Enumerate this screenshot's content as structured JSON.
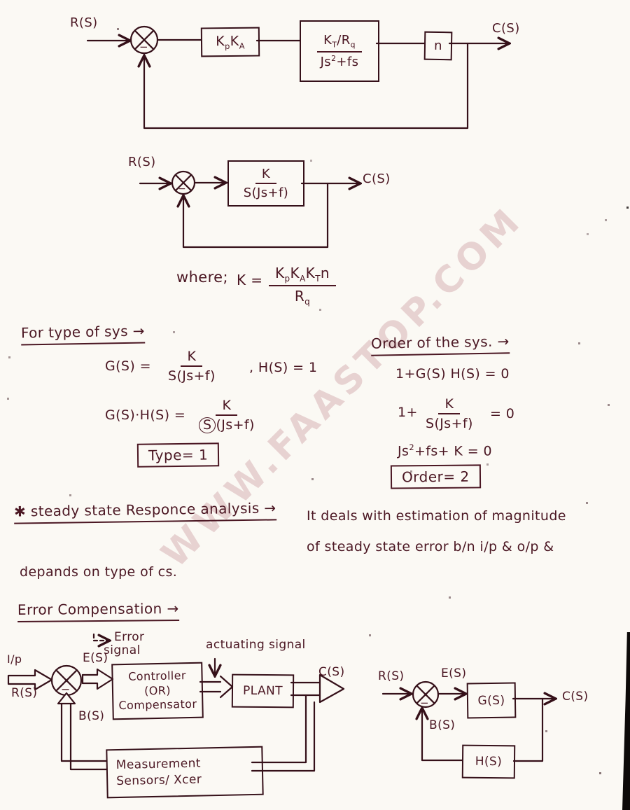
{
  "colors": {
    "ink": "#4b1723",
    "stroke": "#351019",
    "watermark_tint": "#cb989d",
    "paper": "#fbf9f4",
    "scan_edge": "#0d0a09"
  },
  "watermark": {
    "text": "WWW.FAASTOP.COM"
  },
  "d1": {
    "input": "R(S)",
    "output": "C(S)",
    "minus": "−",
    "gain": {
      "k1": "K",
      "s1": "p",
      "k2": "K",
      "s2": "A"
    },
    "motor": {
      "nk": "K",
      "nks": "T",
      "nr": "/R",
      "nrs": "q",
      "da": "Js",
      "dsup": "2",
      "db": "+fs"
    },
    "ratio": "n"
  },
  "d2": {
    "input": "R(S)",
    "output": "C(S)",
    "minus": "−",
    "tf": {
      "num": "K",
      "den": "S(Js+f)"
    }
  },
  "where": {
    "intro": "where;",
    "lhs": "K =",
    "num": {
      "k1": "K",
      "s1": "p",
      "k2": "K",
      "s2": "A",
      "k3": "K",
      "s3": "T",
      "tail": "n"
    },
    "den": {
      "r": "R",
      "rs": "q"
    }
  },
  "type_sec": {
    "heading": "For type of sys →",
    "eq1_lhs": "G(S) =",
    "eq1_num": "K",
    "eq1_den": "S(Js+f)",
    "eq1_rhs": ", H(S) = 1",
    "eq2_lhs": "G(S)·H(S) =",
    "eq2_num": "K",
    "eq2_den_s": "S",
    "eq2_den_rest": "(Js+f)",
    "result_box": "Type= 1"
  },
  "order_sec": {
    "heading": "Order of the sys. →",
    "eq1": "1+G(S) H(S) = 0",
    "eq2_pre": "1+",
    "eq2_num": "K",
    "eq2_den": "S(Js+f)",
    "eq2_post": "= 0",
    "eq3_a": "Js",
    "eq3_sup": "2",
    "eq3_b": "+fs+ K = 0",
    "result_box": "Order= 2"
  },
  "ss": {
    "star": "✱",
    "heading": "steady state Responce analysis →",
    "line1": "It deals with estimation of magnitude",
    "line2": "of steady state error b/n i/p & o/p &",
    "line3": "depands on type of cs."
  },
  "ec": {
    "heading": "Error Compensation →"
  },
  "d3": {
    "err1": "Error",
    "err2": "signal",
    "ip": "I/p",
    "input": "R(S)",
    "esig": "E(S)",
    "bsig": "B(S)",
    "minus": "−",
    "ctrl1": "Controller",
    "ctrl2": "(OR)",
    "ctrl3": "Compensator",
    "act": "actuating signal",
    "plant": "PLANT",
    "output": "C(S)",
    "meas1": "Measurement",
    "meas2": "Sensors/ Xcer"
  },
  "d4": {
    "input": "R(S)",
    "esig": "E(S)",
    "g": "G(S)",
    "output": "C(S)",
    "bsig": "B(S)",
    "h": "H(S)",
    "minus": "−"
  }
}
